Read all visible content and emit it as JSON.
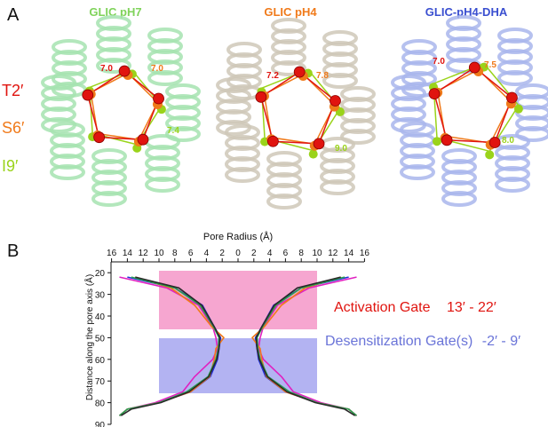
{
  "panel_a": {
    "label": "A",
    "structures": [
      {
        "title": "GLIC pH7",
        "title_color": "#7fd35a",
        "helix_color": "#a6e3b0",
        "distances": [
          {
            "value": "7.0",
            "color": "#e0140f"
          },
          {
            "value": "7.0",
            "color": "#f07a1a"
          },
          {
            "value": "7.4",
            "color": "#9ad31a"
          }
        ]
      },
      {
        "title": "GLIC pH4",
        "title_color": "#f07a1a",
        "helix_color": "#cfc8b8",
        "distances": [
          {
            "value": "7.2",
            "color": "#e0140f"
          },
          {
            "value": "7.8",
            "color": "#f07a1a"
          },
          {
            "value": "9.0",
            "color": "#9ad31a"
          }
        ]
      },
      {
        "title": "GLIC-pH4-DHA",
        "title_color": "#3a4fd0",
        "helix_color": "#a9b6ec",
        "distances": [
          {
            "value": "7.0",
            "color": "#e0140f"
          },
          {
            "value": "7.5",
            "color": "#f07a1a"
          },
          {
            "value": "8.0",
            "color": "#9ad31a"
          }
        ]
      }
    ],
    "residues": [
      {
        "label": "T2′",
        "color": "#e0140f"
      },
      {
        "label": "S6′",
        "color": "#f07a1a"
      },
      {
        "label": "I9′",
        "color": "#9ad31a"
      }
    ]
  },
  "panel_b": {
    "label": "B",
    "x_tick_labels": [
      "16",
      "14",
      "12",
      "10",
      "8",
      "6",
      "4",
      "2",
      "0",
      "2",
      "4",
      "6",
      "8",
      "10",
      "12",
      "14",
      "16"
    ],
    "y_tick_labels": [
      "20",
      "30",
      "40",
      "50",
      "60",
      "70",
      "80",
      "90"
    ],
    "activation_gate": {
      "label": "Activation Gate",
      "range": "13′ - 22′",
      "color": "#e0140f",
      "fill": "#f6a6d0"
    },
    "desensitization_gate": {
      "label": "Desensitization Gate(s)",
      "range": "-2′ - 9′",
      "color": "#6a74d8",
      "fill": "#b3b3f2"
    }
  },
  "chart_data": {
    "type": "line",
    "title": "",
    "xlabel": "Pore Radius (Å)",
    "ylabel": "Distance along the pore axis (Å)",
    "xlim": [
      -16,
      16
    ],
    "ylim": [
      90,
      15
    ],
    "grid": false,
    "shaded_regions": [
      {
        "name": "Activation Gate 13′ - 22′",
        "x": [
          -10,
          10
        ],
        "y": [
          18,
          46
        ],
        "color": "#f6a6d0"
      },
      {
        "name": "Desensitization Gate(s) -2′ - 9′",
        "x": [
          -10,
          10
        ],
        "y": [
          51,
          77
        ],
        "color": "#b3b3f2"
      }
    ],
    "series": [
      {
        "color": "#1f2fd6",
        "y": [
          22,
          27,
          35,
          45,
          50,
          55,
          60,
          68,
          75,
          80,
          83,
          86
        ],
        "x": [
          14,
          8,
          4.5,
          3.0,
          2.2,
          2.4,
          2.6,
          3.5,
          6,
          10,
          14,
          15
        ]
      },
      {
        "color": "#e020c0",
        "y": [
          22,
          27,
          35,
          45,
          50,
          55,
          60,
          68,
          75,
          80,
          83,
          86
        ],
        "x": [
          15,
          9,
          5,
          3.2,
          2.8,
          2.6,
          3.2,
          5.5,
          7,
          10.5,
          14,
          15
        ]
      },
      {
        "color": "#f07a1a",
        "y": [
          22,
          27,
          35,
          45,
          50,
          55,
          60,
          68,
          75,
          80,
          83,
          86
        ],
        "x": [
          13,
          8.5,
          5.5,
          3.3,
          1.8,
          2.8,
          3.0,
          3.6,
          6,
          10,
          14,
          15
        ]
      },
      {
        "color": "#2aa050",
        "y": [
          22,
          27,
          35,
          45,
          50,
          55,
          60,
          68,
          75,
          80,
          83,
          86
        ],
        "x": [
          13.5,
          8,
          4.8,
          3.1,
          2.4,
          2.5,
          2.8,
          3.8,
          6.5,
          10,
          14,
          15
        ]
      },
      {
        "color": "#2a2a2a",
        "y": [
          22,
          27,
          35,
          45,
          50,
          55,
          60,
          68,
          75,
          80,
          83,
          86
        ],
        "x": [
          13,
          7.5,
          4.6,
          3.0,
          2.3,
          2.4,
          2.7,
          3.7,
          6.2,
          9.8,
          13.5,
          14.8
        ]
      }
    ]
  }
}
